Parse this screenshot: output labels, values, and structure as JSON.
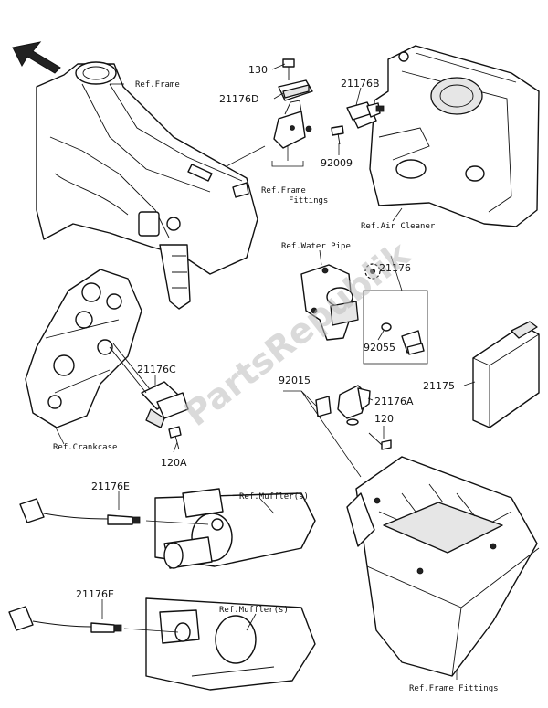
{
  "labels": {
    "ref_frame": "Ref.Frame",
    "ref_frame_fittings_1": "Ref.Frame",
    "ref_frame_fittings_2": "Fittings",
    "ref_air_cleaner": "Ref.Air Cleaner",
    "ref_water_pipe": "Ref.Water Pipe",
    "ref_crankcase": "Ref.Crankcase",
    "ref_muffler_1": "Ref.Muffler(s)",
    "ref_muffler_2": "Ref.Muffler(s)",
    "ref_frame_fittings_bottom": "Ref.Frame Fittings"
  },
  "parts": {
    "p130": "130",
    "p21176D": "21176D",
    "p21176B": "21176B",
    "p92009": "92009",
    "p21176": "21176",
    "p92055": "92055",
    "p21175": "21175",
    "p21176C": "21176C",
    "p120A": "120A",
    "p92015": "92015",
    "p21176A": "21176A",
    "p120": "120",
    "p21176E_1": "21176E",
    "p21176E_2": "21176E"
  },
  "watermark": "PartsRepublik",
  "icons": {
    "front_arrow": "arrow-up-left-icon",
    "gear": "gear-icon"
  }
}
